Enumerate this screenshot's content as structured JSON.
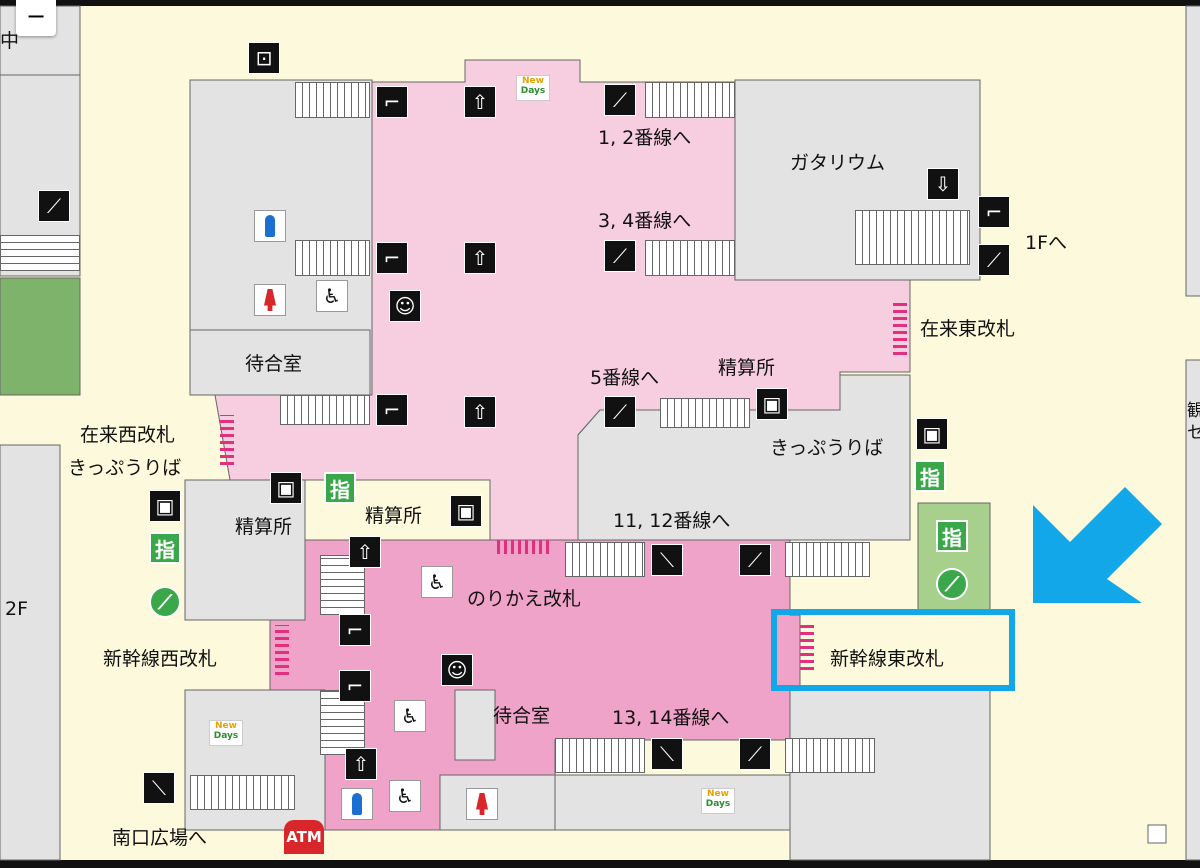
{
  "map": {
    "colors": {
      "background": "#fdf9dc",
      "concourse": "#f7cde0",
      "gate_area": "#f0a3c8",
      "building": "#e3e3e3",
      "highlight": "#12a7e8",
      "green": "#7db36a"
    },
    "zoom_out_label": "−",
    "labels": {
      "top_left_cut": "中",
      "gatarium": "ガタリウム",
      "to_1f": "1Fへ",
      "lines_1_2": "1, 2番線へ",
      "lines_3_4": "3, 4番線へ",
      "zairai_east_gate": "在来東改札",
      "waiting_room_upper": "待合室",
      "line_5": "5番線へ",
      "fare_adjust_upper": "精算所",
      "ticket_office_right": "きっぷうりば",
      "zairai_west_gate": "在来西改札",
      "ticket_office_left": "きっぷうりば",
      "fare_adjust_left": "精算所",
      "fare_adjust_mid": "精算所",
      "lines_11_12": "11, 12番線へ",
      "transfer_gate": "のりかえ改札",
      "floor_2f": "2F",
      "shinkansen_west_gate": "新幹線西改札",
      "shinkansen_east_gate": "新幹線東改札",
      "waiting_room_lower": "待合室",
      "lines_13_14": "13, 14番線へ",
      "south_plaza": "南口広場へ",
      "right_edge_cut": "観\nセ"
    },
    "reserved_seat_glyph": "指",
    "newdays_top": "New",
    "newdays_bottom": "Days",
    "atm": "ATM"
  }
}
